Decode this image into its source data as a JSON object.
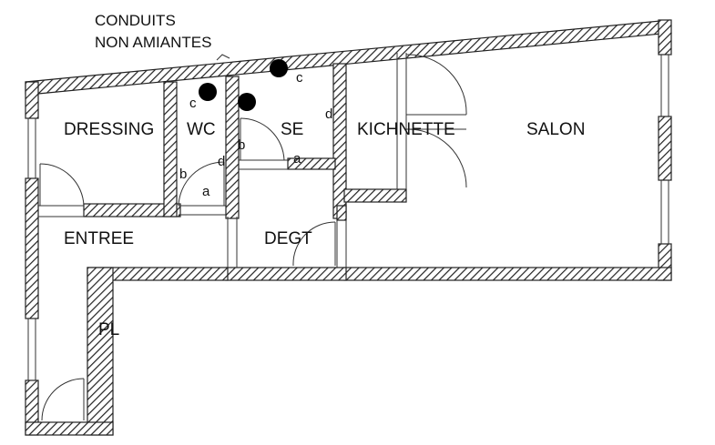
{
  "header": {
    "line1": "CONDUITS",
    "line2": "NON AMIANTES"
  },
  "rooms": {
    "dressing": "DRESSING",
    "wc": "WC",
    "se": "SE",
    "kitchenette": "KICHNETTE",
    "salon": "SALON",
    "entree": "ENTREE",
    "degt": "DEGT",
    "pl": "PL"
  },
  "markers": {
    "wc_c": "c",
    "wc_b": "b",
    "wc_d": "d",
    "wc_a": "a",
    "se_c": "c",
    "se_b": "b",
    "se_d": "d",
    "se_a": "a"
  },
  "colors": {
    "wall_hatch": "#222222",
    "line": "#333333",
    "conduit_dot": "#000000",
    "background": "#ffffff"
  }
}
